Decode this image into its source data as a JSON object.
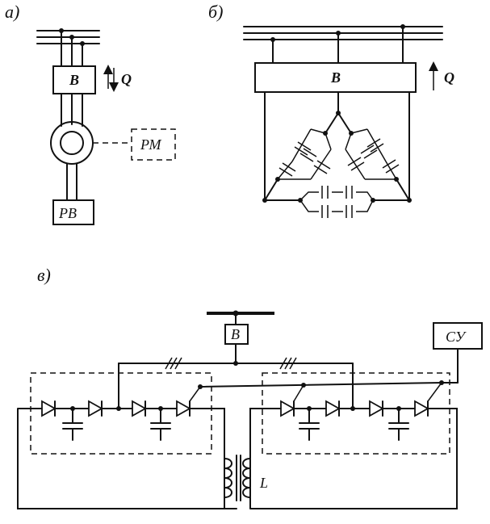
{
  "panels": {
    "a": {
      "tag": "а)",
      "converter": "В",
      "flow": "Q",
      "motor_ctrl": "РМ",
      "excitation": "РВ"
    },
    "b": {
      "tag": "б)",
      "converter": "В",
      "flow": "Q"
    },
    "c": {
      "tag": "в)",
      "converter": "В",
      "control_unit": "СУ",
      "reactor": "L"
    }
  }
}
